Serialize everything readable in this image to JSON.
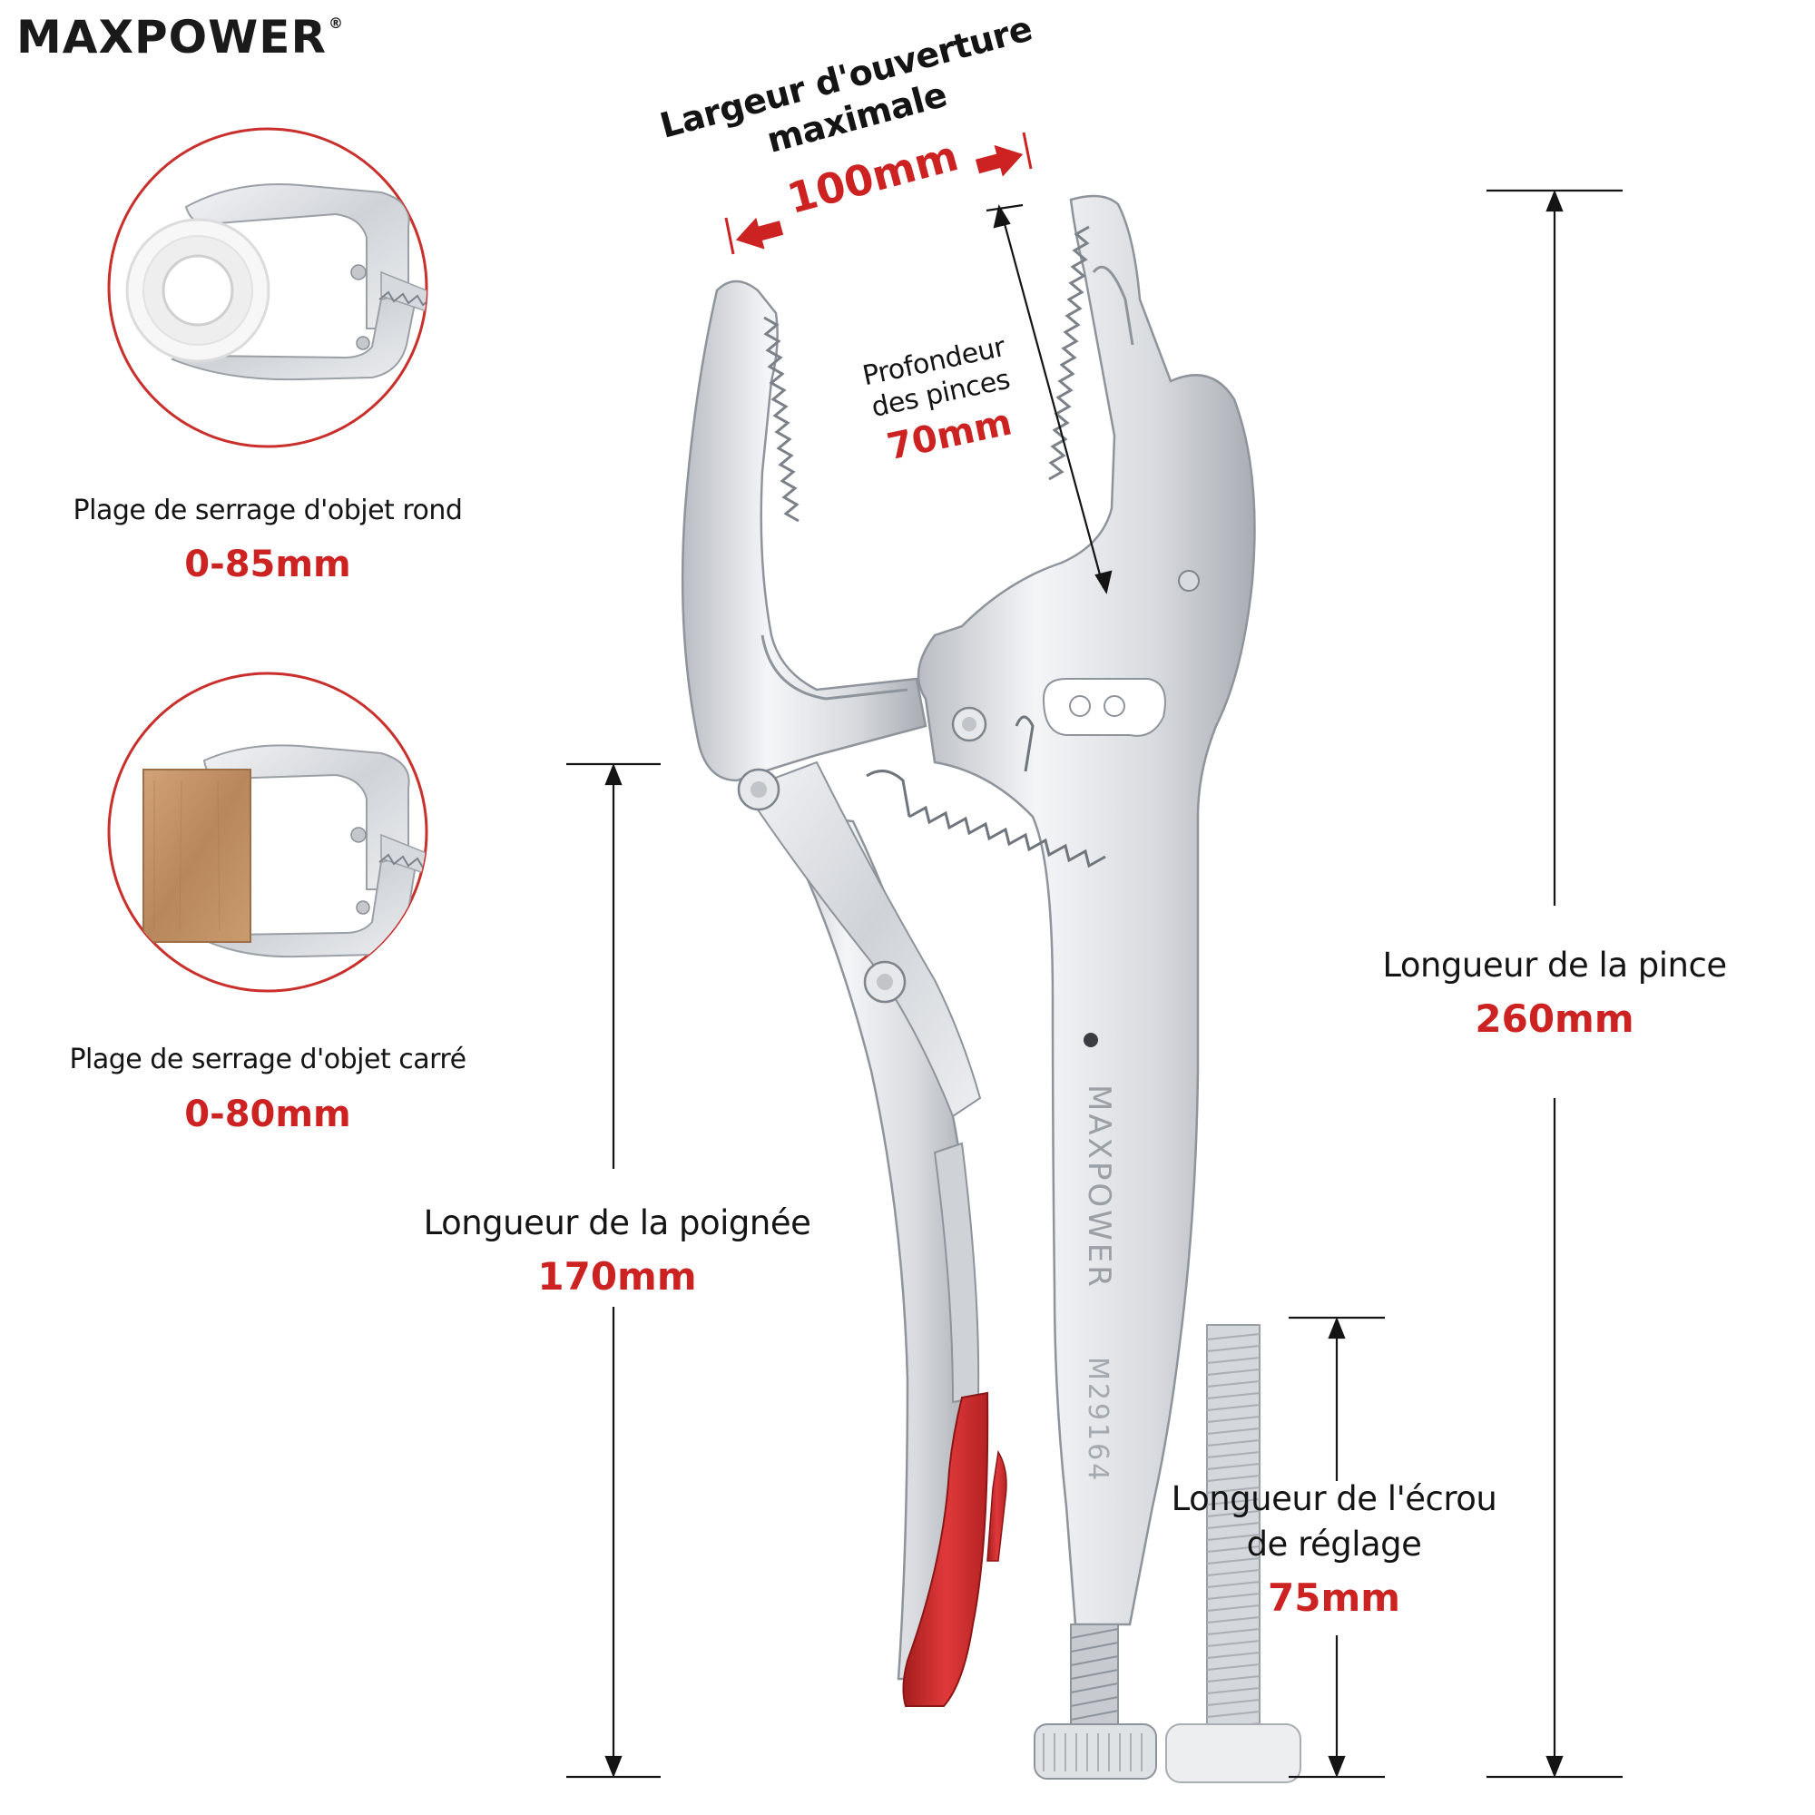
{
  "brand": {
    "logo_text": "MAXPOWER",
    "registered_mark": "®",
    "handle_engraving": "MAXPOWER",
    "model_engraving": "M29164"
  },
  "colors": {
    "accent_red": "#cc2222",
    "text_dark": "#141414",
    "circle_outline": "#c9302c",
    "metal": "#e3e5e8",
    "grip": "#d32f2f"
  },
  "callouts": {
    "round_clamp": {
      "label": "Plage de serrage d'objet rond",
      "value": "0-85mm"
    },
    "square_clamp": {
      "label": "Plage de serrage d'objet carré",
      "value": "0-80mm"
    }
  },
  "dimensions": {
    "opening_width": {
      "label": "Largeur d'ouverture maximale",
      "value": "100mm"
    },
    "jaw_depth": {
      "label_line1": "Profondeur",
      "label_line2": "des pinces",
      "value": "70mm"
    },
    "plier_length": {
      "label": "Longueur de la pince",
      "value": "260mm"
    },
    "handle_length": {
      "label": "Longueur de la poignée",
      "value": "170mm"
    },
    "screw_length": {
      "label_line1": "Longueur de l'écrou",
      "label_line2": "de réglage",
      "value": "75mm"
    }
  }
}
